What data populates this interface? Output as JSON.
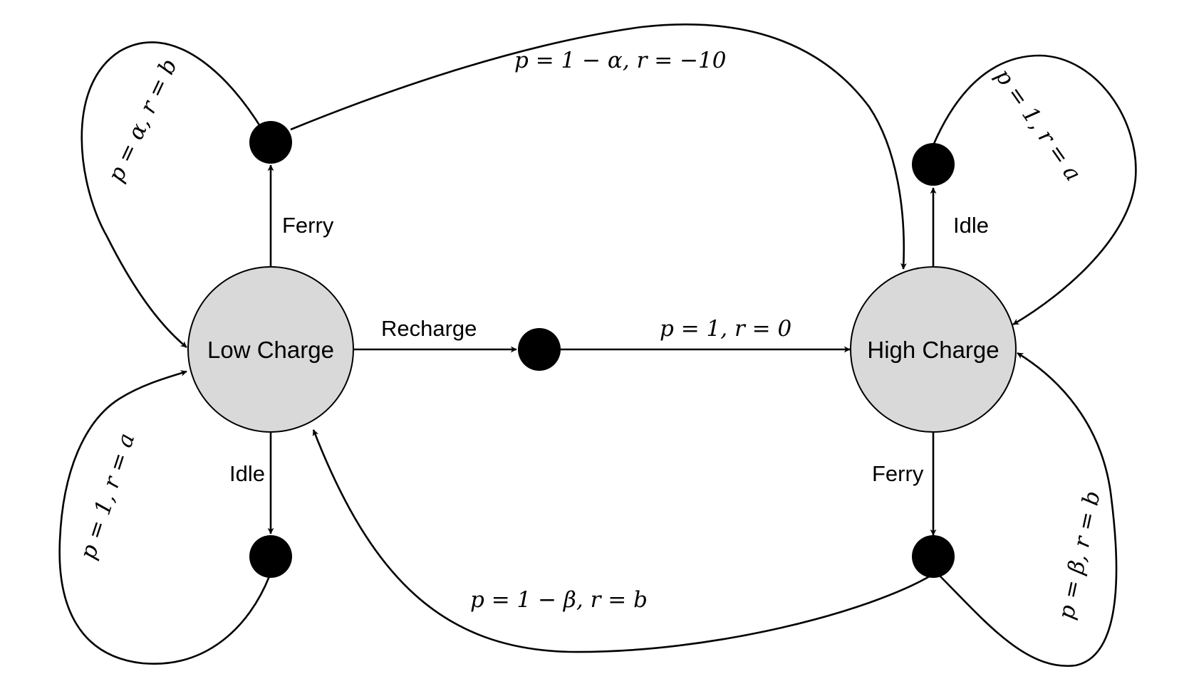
{
  "diagram": {
    "type": "MDP state transition diagram",
    "colors": {
      "state_fill": "#d9d9d9",
      "chance_node_fill": "#000000",
      "edge": "#000000",
      "background": "#ffffff"
    },
    "states": {
      "low": {
        "label": "Low Charge"
      },
      "high": {
        "label": "High Charge"
      }
    },
    "actions": {
      "low_ferry": "Ferry",
      "low_recharge": "Recharge",
      "low_idle": "Idle",
      "high_idle": "Idle",
      "high_ferry": "Ferry"
    },
    "transitions": {
      "low_ferry_stay": "p = α, r = b",
      "low_ferry_to_high": "p = 1 − α, r = −10",
      "recharge_to_high": "p = 1, r = 0",
      "low_idle_stay": "p = 1, r = a",
      "high_idle_stay": "p = 1, r = a",
      "high_ferry_to_low": "p = 1 − β, r = b",
      "high_ferry_stay": "p = β, r = b"
    }
  }
}
